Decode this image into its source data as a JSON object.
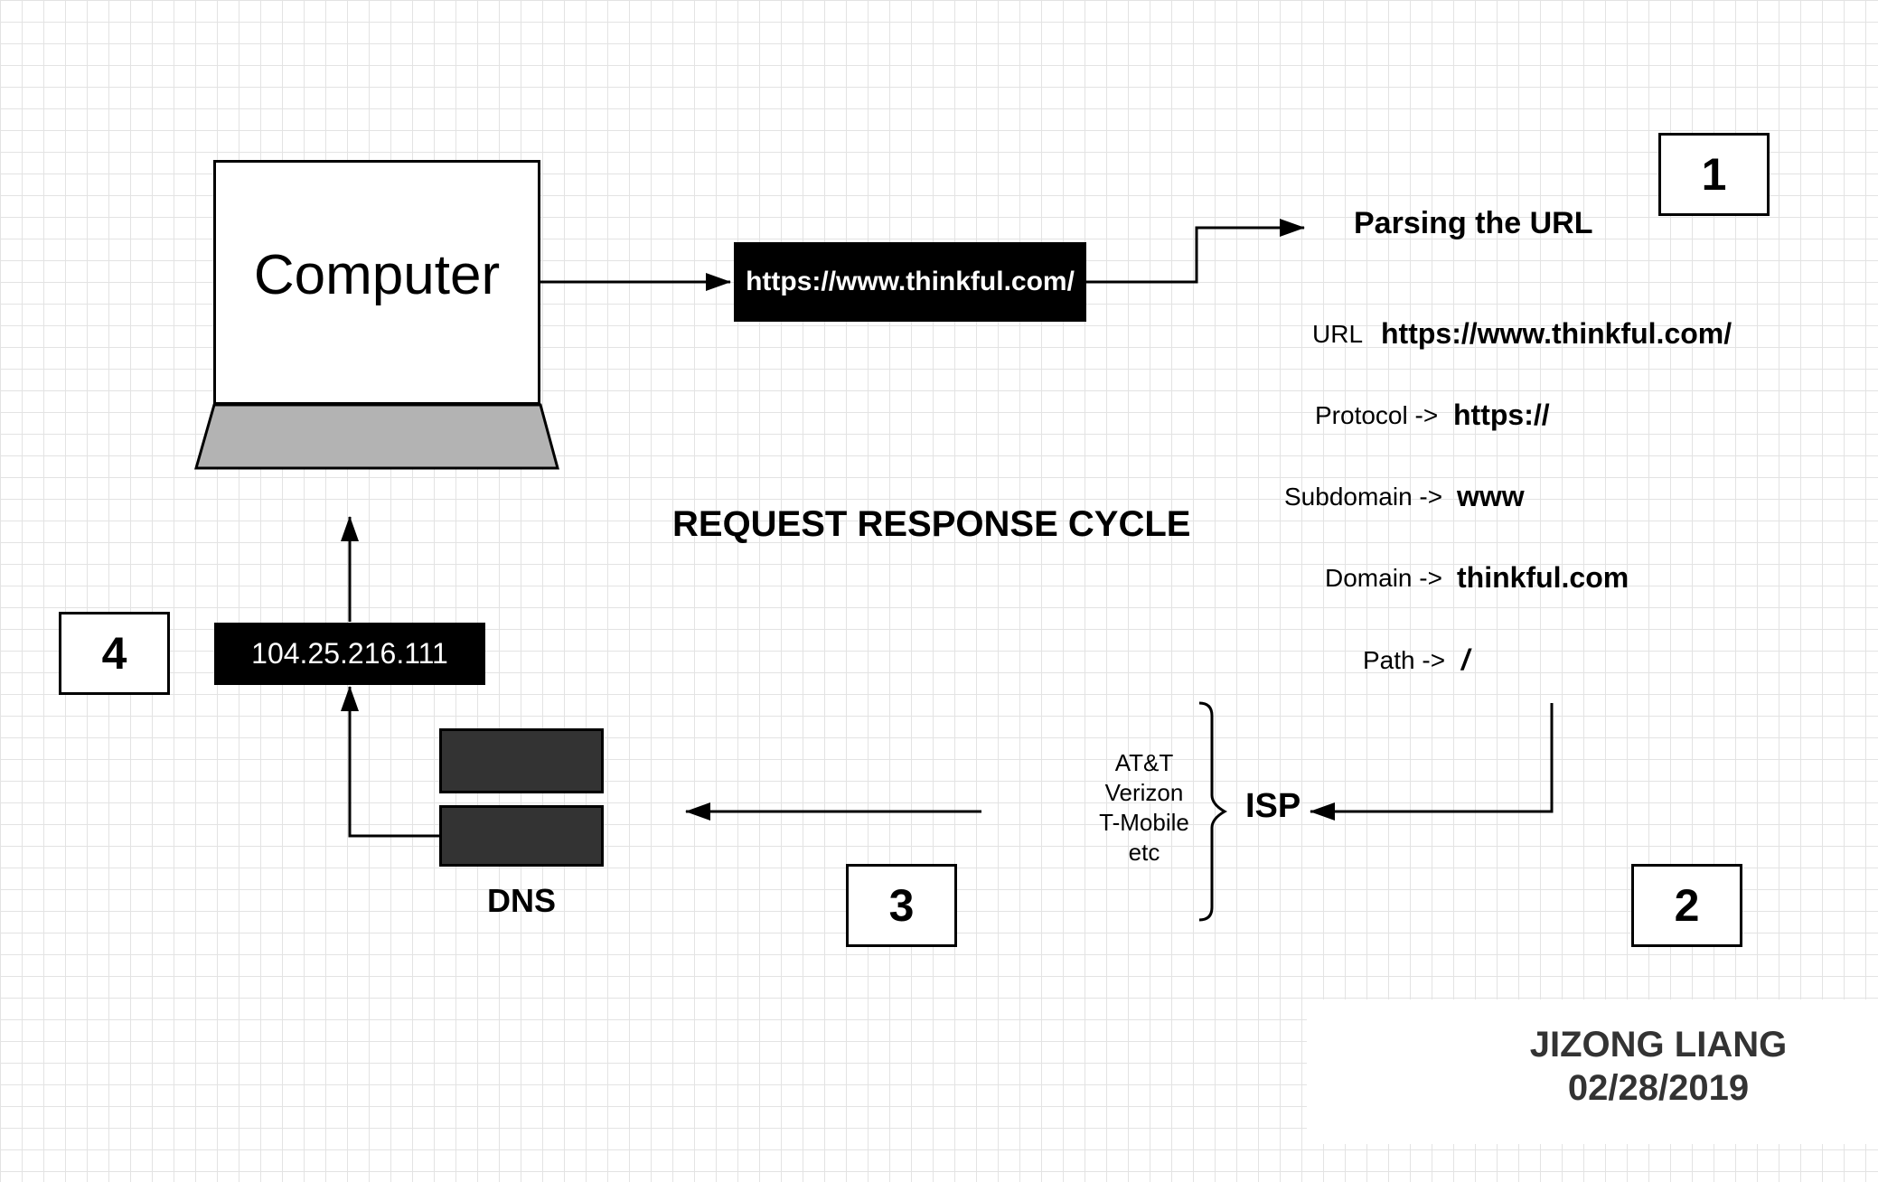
{
  "title": "REQUEST RESPONSE CYCLE",
  "computer": {
    "label": "Computer"
  },
  "url_box": {
    "text": "https://www.thinkful.com/"
  },
  "parsing": {
    "heading": "Parsing the URL",
    "rows": [
      {
        "key": "URL",
        "value": "https://www.thinkful.com/"
      },
      {
        "key": "Protocol ->",
        "value": "https://"
      },
      {
        "key": "Subdomain ->",
        "value": "www"
      },
      {
        "key": "Domain ->",
        "value": "thinkful.com"
      },
      {
        "key": "Path ->",
        "value": "/"
      }
    ]
  },
  "isp": {
    "label": "ISP",
    "providers": [
      "AT&T",
      "Verizon",
      "T-Mobile",
      "etc"
    ]
  },
  "dns": {
    "label": "DNS"
  },
  "ip_box": {
    "text": "104.25.216.111"
  },
  "steps": [
    "1",
    "2",
    "3",
    "4"
  ],
  "author": {
    "name": "JIZONG LIANG",
    "date": "02/28/2019"
  },
  "colors": {
    "grid": "#e3e3e3",
    "laptop_base": "#b3b3b3",
    "server": "#333333",
    "label_box": "#000000"
  }
}
